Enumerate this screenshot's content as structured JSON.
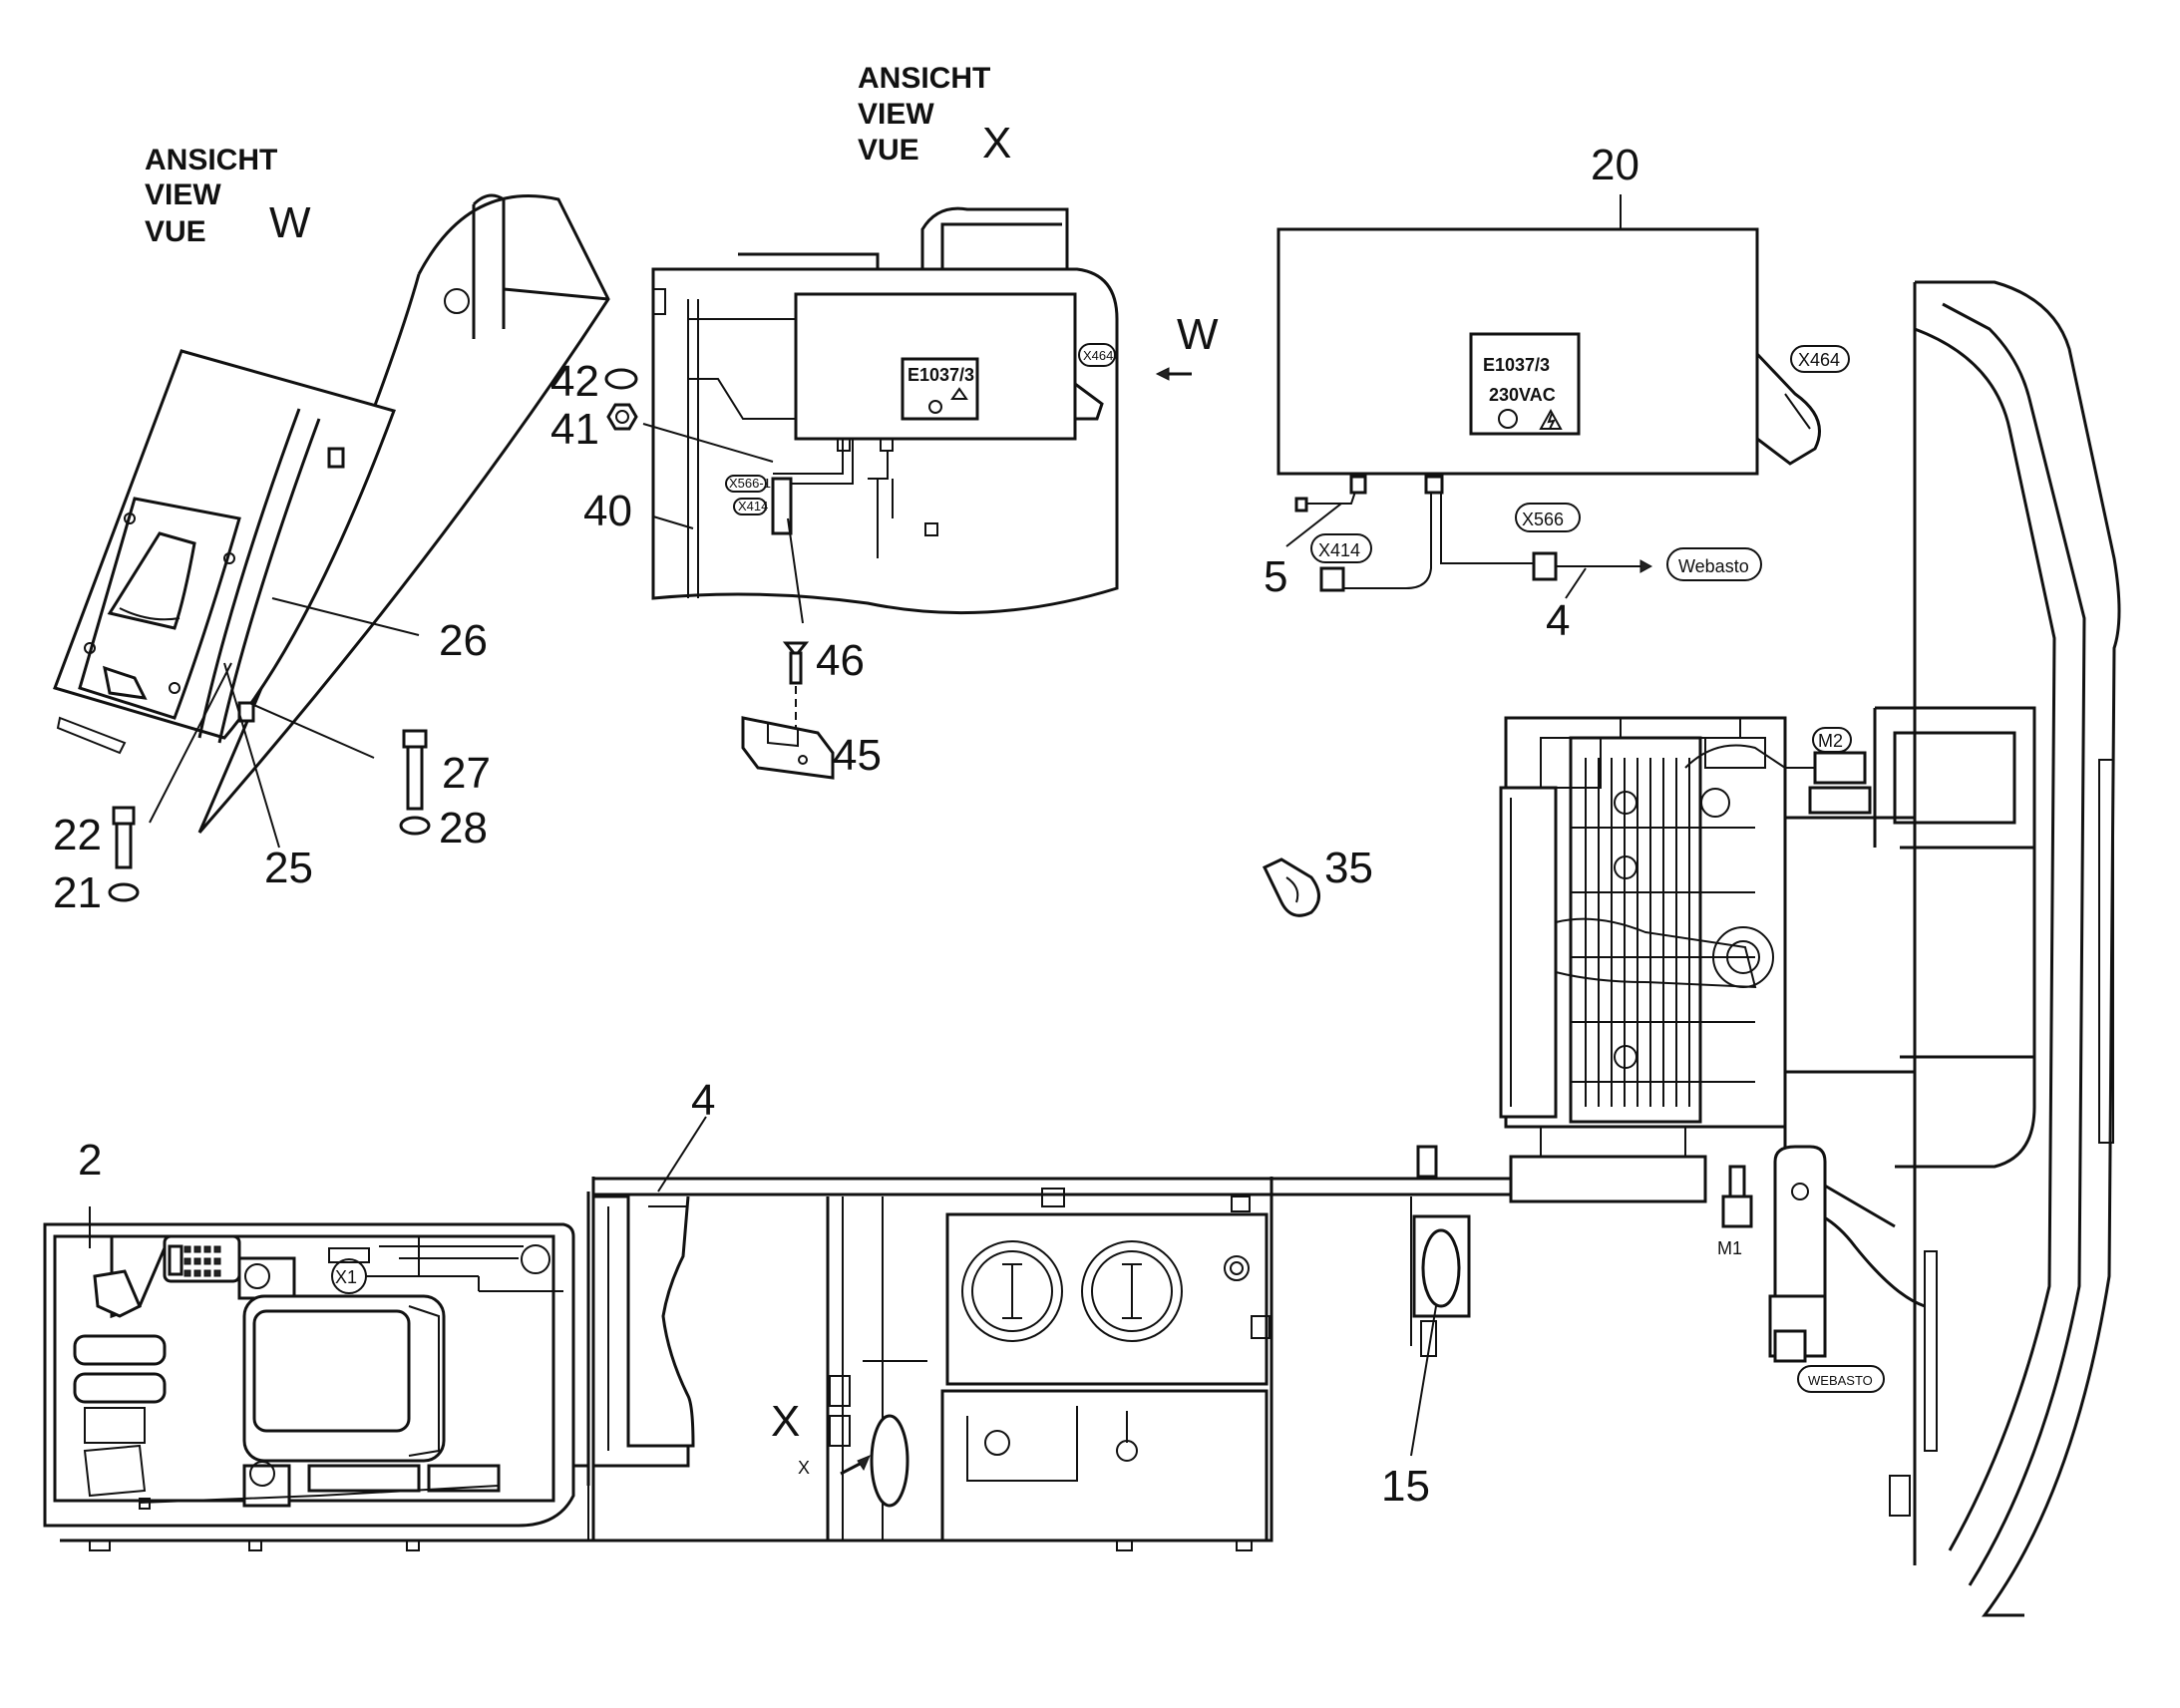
{
  "views": {
    "w": {
      "line1": "ANSICHT",
      "line2": "VIEW",
      "line3": "VUE",
      "letter": "W"
    },
    "x": {
      "line1": "ANSICHT",
      "line2": "VIEW",
      "line3": "VUE",
      "letter": "X"
    }
  },
  "arrows": {
    "w_arrow": "W",
    "x_marker_big": "X",
    "x_marker_small": "X"
  },
  "parts": {
    "p2": "2",
    "p4_top": "4",
    "p4_bottom": "4",
    "p5": "5",
    "p15": "15",
    "p20": "20",
    "p21": "21",
    "p22": "22",
    "p25": "25",
    "p26": "26",
    "p27": "27",
    "p28": "28",
    "p35": "35",
    "p40": "40",
    "p41": "41",
    "p42": "42",
    "p45": "45",
    "p46": "46"
  },
  "heater_box": {
    "model": "E1037/3",
    "voltage": "230VAC"
  },
  "heater_box_small": {
    "model": "E1037/3"
  },
  "connectors": {
    "x464": "X464",
    "x464_small": "X464",
    "x414": "X414",
    "x414_small": "X414",
    "x566": "X566",
    "x566_small": "X566-1",
    "x1": "X1",
    "webasto": "Webasto",
    "webasto_caps": "WEBASTO",
    "m1": "M1",
    "m2": "M2"
  }
}
